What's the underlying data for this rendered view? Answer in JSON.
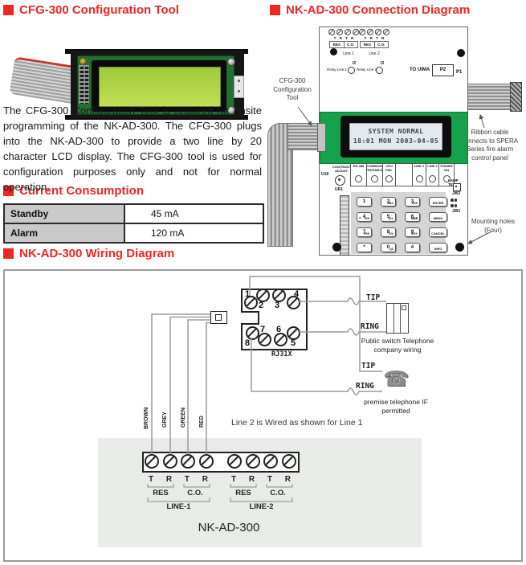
{
  "headings": {
    "cfg": "CFG-300 Configuration Tool",
    "current": "Current Consumption",
    "connection": "NK-AD-300 Connection Diagram",
    "wiring": "NK-AD-300 Wiring Diagram"
  },
  "cfg_section": {
    "paragraph": "The CFG-300 Configuration Tool is required for onsite programming of the NK-AD-300. The CFG-300 plugs into the NK-AD-300 to provide a two line by 20 character LCD display. The CFG-300 tool is used for configuration purposes only and not for normal operation."
  },
  "current_table": {
    "rows": [
      {
        "label": "Standby",
        "value": "45 mA"
      },
      {
        "label": "Alarm",
        "value": "120 mA"
      }
    ]
  },
  "connection": {
    "annotations": {
      "tool": "CFG-300 Configuration Tool",
      "ribbon": "Ribbon cable connects to SPERA Series fire alarm control panel",
      "mounting": "Mounting holes (Four)"
    },
    "board": {
      "tr_row": "T R T R",
      "res": "RES",
      "co": "C.O.",
      "line1": "Line 1",
      "line2": "Line 2",
      "relay1": "Relay Line 1",
      "relay2": "Relay Line 2",
      "i2": "I2",
      "i3": "I3",
      "to_uima": "TO UIMA",
      "p2": "P2",
      "p1": "P1",
      "lcd": {
        "line1": "SYSTEM NORMAL",
        "line2": "18:01 MON 2003-04-05"
      },
      "u18": "U18",
      "contrast": "CONTRAST ADJUST",
      "ur1": "UR1",
      "leds": [
        "RS-485",
        "COMMON TROUBLE",
        "CPU FAIL",
        "",
        "LINE 1",
        "LINE 2",
        "POWER ON"
      ],
      "lamp_test": "LAMP TEST",
      "jw2": "JW2",
      "jw1": "JW1",
      "keys": [
        {
          "main": "1",
          "sub": ""
        },
        {
          "main": "2",
          "sub": "ABC"
        },
        {
          "main": "3",
          "sub": "DEF"
        },
        {
          "main": "ENTER"
        },
        {
          "main": "4",
          "sub": "GHI",
          "arrow": "◄"
        },
        {
          "main": "5",
          "sub": "JKL"
        },
        {
          "main": "6",
          "sub": "MNO",
          "arrow": "►"
        },
        {
          "main": "MENU"
        },
        {
          "main": "7",
          "sub": "PRS"
        },
        {
          "main": "8",
          "sub": "TUV"
        },
        {
          "main": "9",
          "sub": "WXY"
        },
        {
          "main": "CANCEL"
        },
        {
          "main": "*",
          "sub": ""
        },
        {
          "main": "0",
          "sub": "QZ"
        },
        {
          "main": "#",
          "sub": ""
        },
        {
          "main": "INFO"
        }
      ]
    }
  },
  "wiring": {
    "rj31x": "RJ31X",
    "pins": {
      "p1": "1",
      "p2": "2",
      "p3": "3",
      "p4": "4",
      "p5": "5",
      "p6": "6",
      "p7": "7",
      "p8": "8"
    },
    "tip": "TIP",
    "ring": "RING",
    "public_switch": "Public switch Telephone company wiring",
    "premise": "premise telephone IF permitted",
    "phone_icon": "☎",
    "note": "Line 2 is Wired as shown for Line 1",
    "wire_colors": [
      "BROWN",
      "GREY",
      "GREEN",
      "RED"
    ],
    "tr_row": "T R T R",
    "res": "RES",
    "co": "C.O.",
    "line1": "LINE-1",
    "line2": "LINE-2",
    "device": "NK-AD-300"
  }
}
